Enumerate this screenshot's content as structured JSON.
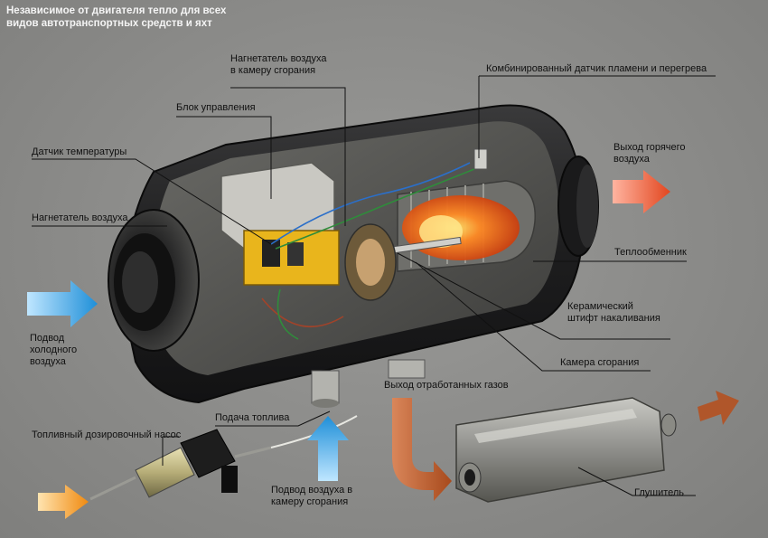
{
  "title": {
    "line1": "Независимое от двигателя тепло для всех",
    "line2": "видов автотранспортных средств и яхт"
  },
  "labels": {
    "combustion_blower": {
      "line1": "Нагнетатель воздуха",
      "line2": "в камеру сгорания"
    },
    "flame_sensor": "Комбинированный датчик пламени и перегрева",
    "control_unit": "Блок управления",
    "temp_sensor": "Датчик температуры",
    "air_blower": "Нагнетатель воздуха",
    "hot_air_out": {
      "line1": "Выход горячего",
      "line2": "воздуха"
    },
    "heat_exchanger": "Теплообменник",
    "glow_pin": {
      "line1": "Керамический",
      "line2": "штифт накаливания"
    },
    "combustion_chamber": "Камера сгорания",
    "cold_air_in": {
      "line1": "Подвод",
      "line2": "холодного",
      "line3": "воздуха"
    },
    "exhaust_out": "Выход отработанных газов",
    "fuel_supply": "Подача топлива",
    "fuel_pump": "Топливный дозировочный насос",
    "combustion_air_in": {
      "line1": "Подвод воздуха в",
      "line2": "камеру сгорания"
    },
    "muffler": "Глушитель"
  },
  "colors": {
    "background": "#8b8b89",
    "title_text": "#f4f4f4",
    "label_text": "#101010",
    "leader_line": "#111111",
    "cold_arrow": "#3aa8e8",
    "hot_arrow": "#e0512a",
    "exhaust_arrow": "#c0622d",
    "fuel_arrow": "#f39a1e",
    "heater_shell": "#1f1f20",
    "flame": "#ff6a1a"
  },
  "icons": {
    "cold_air_arrow": "arrow-right-icon",
    "hot_air_arrow": "arrow-right-icon",
    "combustion_air_arrow": "arrow-up-icon",
    "fuel_arrow": "arrow-right-icon",
    "exhaust_arrow": "arrow-bent-icon",
    "muffler_exit_arrow": "arrow-right-icon"
  }
}
